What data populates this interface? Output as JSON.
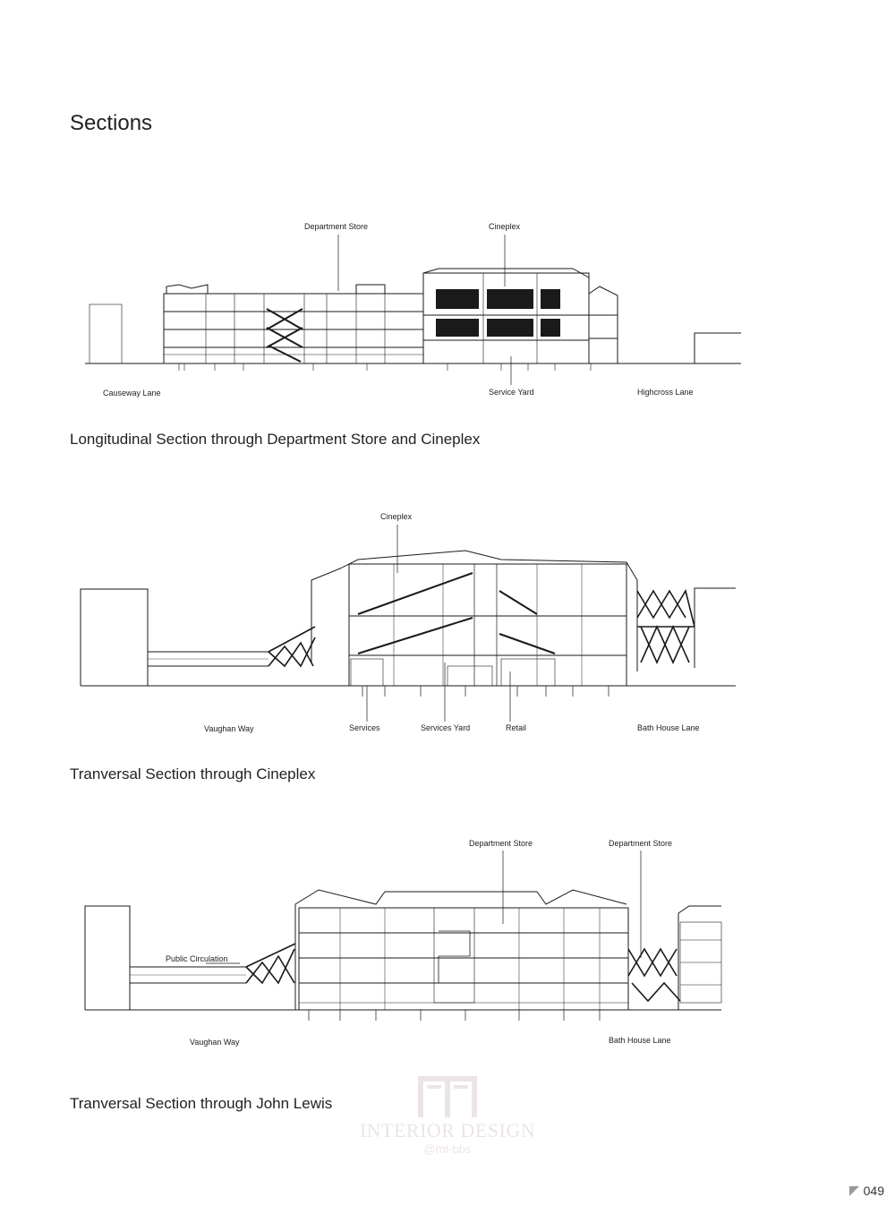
{
  "page": {
    "title": "Sections",
    "page_number": "049"
  },
  "sections": [
    {
      "caption": "Longitudinal Section through Department Store and Cineplex",
      "labels": {
        "department_store": "Department Store",
        "cineplex": "Cineplex",
        "causeway_lane": "Causeway Lane",
        "service_yard": "Service Yard",
        "highcross_lane": "Highcross Lane"
      }
    },
    {
      "caption": "Tranversal Section through Cineplex",
      "labels": {
        "cineplex": "Cineplex",
        "vaughan_way": "Vaughan Way",
        "services": "Services",
        "services_yard": "Services Yard",
        "retail": "Retail",
        "bath_house_lane": "Bath House Lane"
      }
    },
    {
      "caption": "Tranversal Section through John Lewis",
      "labels": {
        "department_store_1": "Department Store",
        "department_store_2": "Department Store",
        "public_circulation": "Public Circulation",
        "vaughan_way": "Vaughan Way",
        "bath_house_lane": "Bath House Lane"
      }
    }
  ],
  "watermark": {
    "text": "INTERIOR DESIGN",
    "sub": "@mt-bbs"
  },
  "colors": {
    "line": "#1a1a1a",
    "watermark": "#c9b3b3"
  }
}
